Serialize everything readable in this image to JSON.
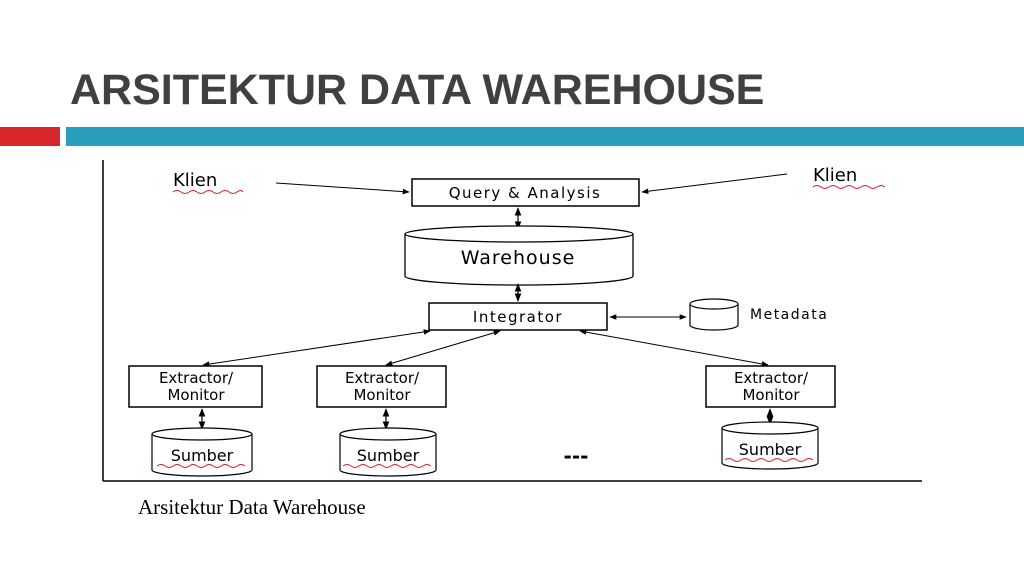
{
  "slide": {
    "title": "ARSITEKTUR DATA WAREHOUSE",
    "caption": "Arsitektur Data Warehouse",
    "accent_red": "#d9262b",
    "accent_blue": "#2a9fbd"
  },
  "diagram": {
    "client_left": "Klien",
    "client_right": "Klien",
    "query": "Query & Analysis",
    "warehouse": "Warehouse",
    "integrator": "Integrator",
    "metadata": "Metadata",
    "extractors": [
      "Extractor/\nMonitor",
      "Extractor/\nMonitor",
      "Extractor/\nMonitor"
    ],
    "extractor_line1": "Extractor/",
    "extractor_line2": "Monitor",
    "sources": [
      "Sumber",
      "Sumber",
      "Sumber"
    ],
    "ellipsis": "---"
  }
}
